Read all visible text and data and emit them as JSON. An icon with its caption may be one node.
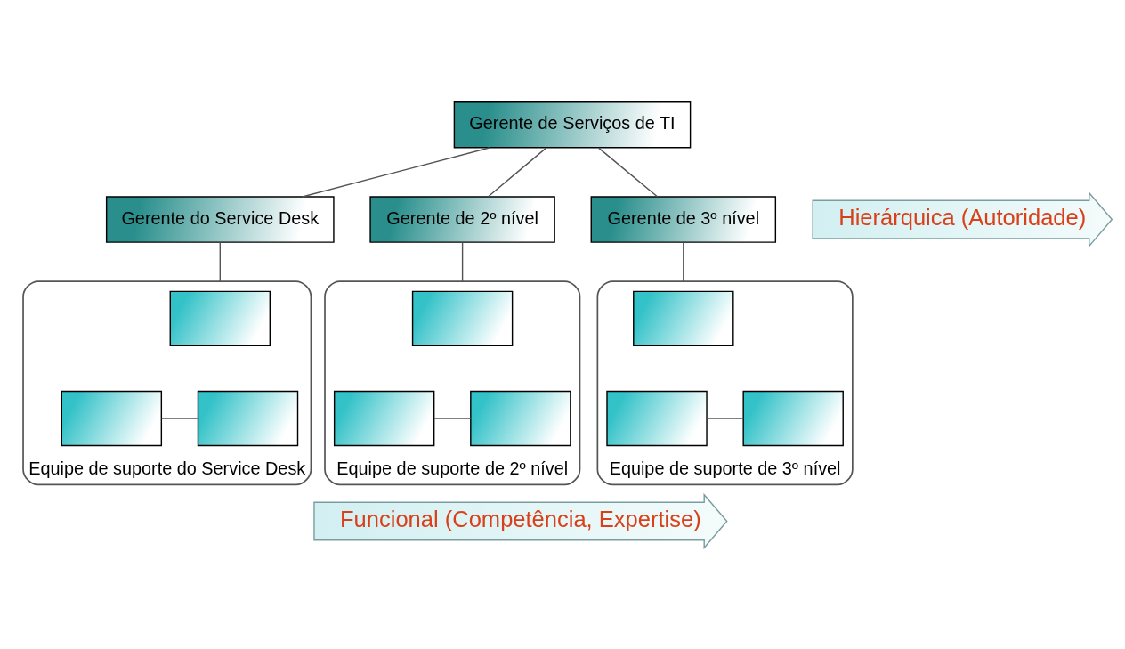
{
  "diagram": {
    "nodes": [
      {
        "text": [
          "Gerente de Serviços de TI"
        ]
      },
      {
        "text": [
          "Gerente do Service Desk"
        ]
      },
      {
        "text": [
          "Gerente de 2º nível"
        ]
      },
      {
        "text": [
          "Gerente de 3º nível"
        ]
      },
      {
        "text": [
          "Equipe de suporte do Service Desk"
        ]
      },
      {
        "text": [],
        "shape": "box",
        "in": 4
      },
      {
        "text": [],
        "shape": "box",
        "in": 4
      },
      {
        "text": [],
        "shape": "box",
        "in": 4
      },
      {
        "text": [
          "Equipe de suporte de 2º nível"
        ]
      },
      {
        "text": [],
        "shape": "box",
        "in": 8
      },
      {
        "text": [],
        "shape": "box",
        "in": 8
      },
      {
        "text": [],
        "shape": "box",
        "in": 8
      },
      {
        "text": [
          "Equipe de suporte de 3º nível"
        ]
      },
      {
        "text": [],
        "shape": "box",
        "in": 12
      },
      {
        "text": [],
        "shape": "box",
        "in": 12
      },
      {
        "text": [],
        "shape": "box",
        "in": 12
      },
      {
        "text": [
          "Hierárquica (Autoridade)"
        ]
      },
      {
        "text": [
          "Funcional (Competência, Expertise)"
        ]
      }
    ],
    "edges": [
      {
        "from": 0,
        "to": 1,
        "arrow": "none"
      },
      {
        "from": 0,
        "to": 2,
        "arrow": "none"
      },
      {
        "from": 0,
        "to": 3,
        "arrow": "none"
      },
      {
        "from": 1,
        "to": 4,
        "arrow": "none"
      },
      {
        "from": 2,
        "to": 8,
        "arrow": "none"
      },
      {
        "from": 3,
        "to": 12,
        "arrow": "none"
      },
      {
        "from": 6,
        "to": 7,
        "arrow": "none"
      },
      {
        "from": 10,
        "to": 11,
        "arrow": "none"
      },
      {
        "from": 14,
        "to": 15,
        "arrow": "none"
      }
    ]
  }
}
